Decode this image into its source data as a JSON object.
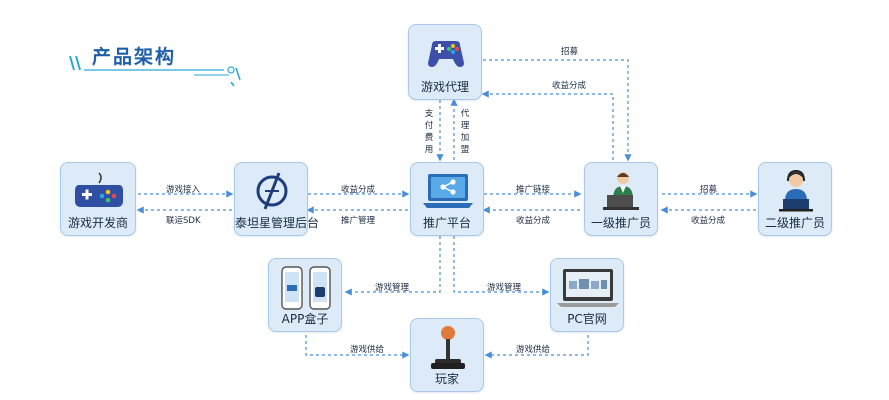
{
  "title": "产品架构",
  "colors": {
    "line": "#4a8fd6",
    "node_bg": "#dcebf7",
    "node_border": "#a8c8e6",
    "accent": "#1f5fa8"
  },
  "nodes": {
    "game_agent": {
      "label": "游戏代理",
      "icon": "gamepad-icon"
    },
    "developer": {
      "label": "游戏开发商",
      "icon": "joystick-gamepad-icon"
    },
    "titan": {
      "label": "泰坦星管理后台",
      "icon": "titan-logo-icon"
    },
    "platform": {
      "label": "推广平台",
      "icon": "share-laptop-icon"
    },
    "level1": {
      "label": "一级推广员",
      "icon": "person-laptop-icon"
    },
    "level2": {
      "label": "二级推广员",
      "icon": "person-headset-icon"
    },
    "app": {
      "label": "APP盒子",
      "icon": "phones-icon"
    },
    "pc": {
      "label": "PC官网",
      "icon": "monitor-icon"
    },
    "player": {
      "label": "玩家",
      "icon": "arcade-joystick-icon"
    }
  },
  "edges": {
    "recruit_top": "招募",
    "revenue_top": "收益分成",
    "pay_fee": "支付费用",
    "agent_join": "代理加盟",
    "game_access": "游戏接入",
    "joint_sdk": "联运SDK",
    "revenue_titan": "收益分成",
    "promo_manage": "推广管理",
    "promo_link": "推广链接",
    "revenue_level1": "收益分成",
    "recruit_right": "招募",
    "revenue_right": "收益分成",
    "game_manage_left": "游戏管理",
    "game_manage_right": "游戏管理",
    "game_supply_left": "游戏供给",
    "game_supply_right": "游戏供给"
  }
}
